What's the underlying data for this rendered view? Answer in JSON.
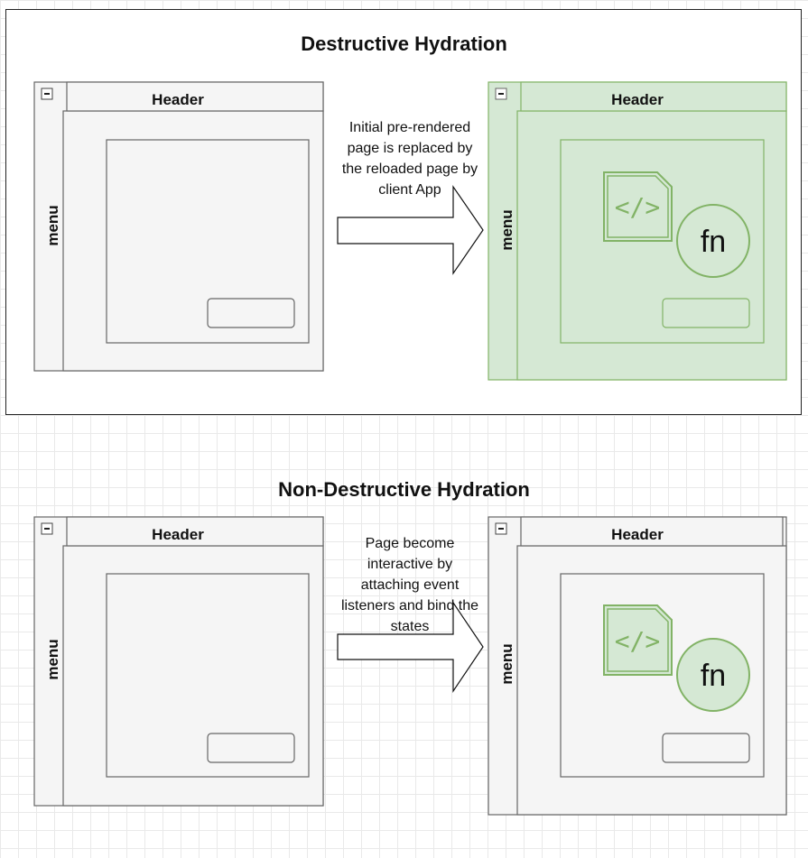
{
  "top": {
    "title": "Destructive Hydration",
    "description": "Initial pre-rendered page is replaced by the reloaded page by client App",
    "left_window": {
      "header": "Header",
      "menu": "menu"
    },
    "right_window": {
      "header": "Header",
      "menu": "menu",
      "fn_label": "fn",
      "code_icon": "</>",
      "highlight": "#d5e8d4"
    }
  },
  "bottom": {
    "title": "Non-Destructive Hydration",
    "description": "Page become interactive by attaching event listeners and bind the states",
    "left_window": {
      "header": "Header",
      "menu": "menu"
    },
    "right_window": {
      "header": "Header",
      "menu": "menu",
      "fn_label": "fn",
      "code_icon": "</>",
      "highlight": "#d5e8d4"
    }
  },
  "colors": {
    "window_fill": "#f5f5f5",
    "window_stroke": "#666666",
    "green_fill": "#d5e8d4",
    "green_stroke": "#82b366"
  }
}
